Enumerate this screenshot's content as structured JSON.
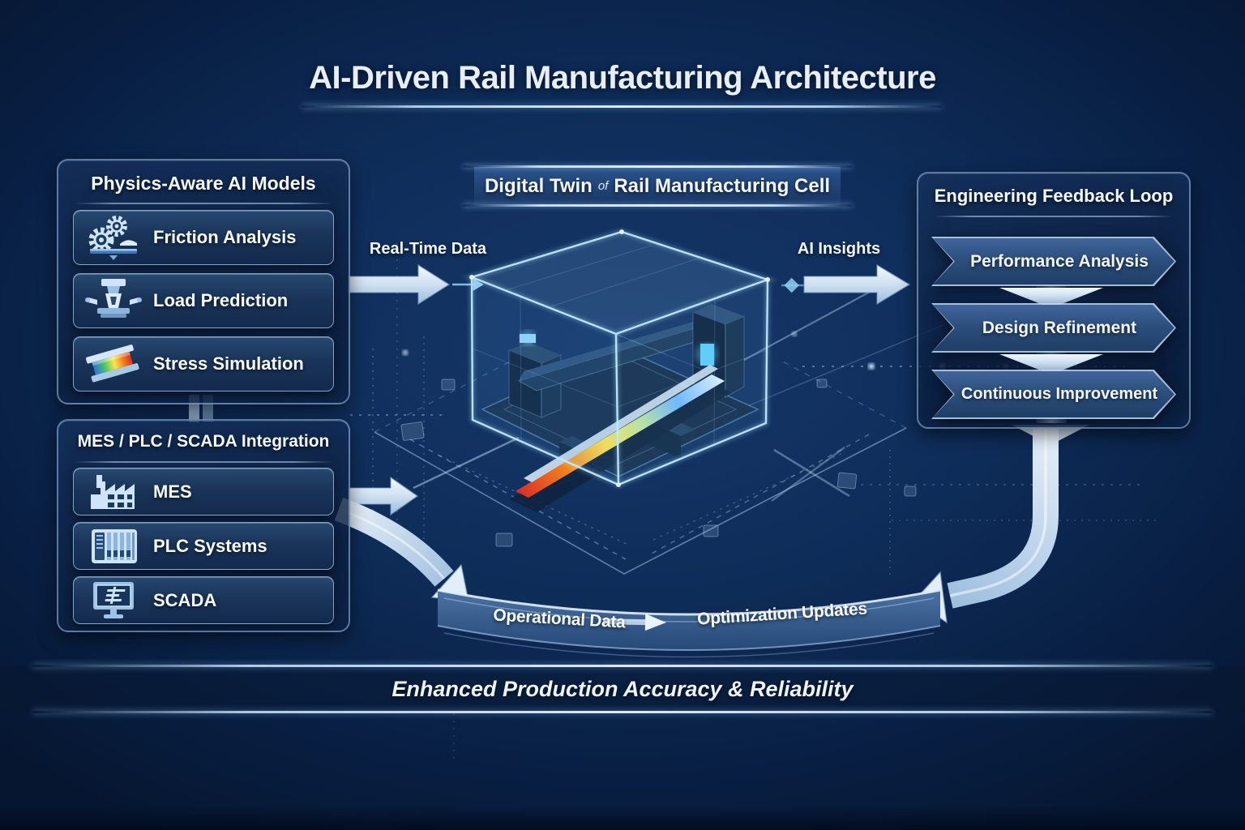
{
  "title": "AI-Driven Rail Manufacturing Architecture",
  "left_top_panel": {
    "title": "Physics-Aware AI Models",
    "items": [
      {
        "icon": "gears-friction-icon",
        "label": "Friction Analysis"
      },
      {
        "icon": "press-machine-icon",
        "label": "Load Prediction"
      },
      {
        "icon": "stress-beam-icon",
        "label": "Stress Simulation"
      }
    ]
  },
  "left_bottom_panel": {
    "title": "MES / PLC / SCADA Integration",
    "items": [
      {
        "icon": "factory-icon",
        "label": "MES"
      },
      {
        "icon": "plc-rack-icon",
        "label": "PLC Systems"
      },
      {
        "icon": "scada-monitor-icon",
        "label": "SCADA"
      }
    ]
  },
  "center_banner": {
    "main": "Digital Twin",
    "connector": "of",
    "rest": "Rail Manufacturing Cell"
  },
  "right_panel": {
    "title": "Engineering Feedback Loop",
    "steps": [
      {
        "label": "Performance Analysis"
      },
      {
        "label": "Design Refinement"
      },
      {
        "label": "Continuous Improvement"
      }
    ]
  },
  "flows": {
    "real_time_data": "Real-Time Data",
    "ai_insights": "AI Insights",
    "operational_data": "Operational Data",
    "optimization_updates": "Optimization Updates"
  },
  "footer": {
    "tagline": "Enhanced Production Accuracy & Reliability"
  },
  "colors": {
    "background_deep": "#081e41",
    "background_mid": "#16386a",
    "panel_border": "#9ec6ee",
    "accent_glow": "#aee4ff",
    "arrow_light": "#e8f1fa",
    "text_primary": "#f2f6fb",
    "stress_heat_scale": [
      "#e8453a",
      "#f2a91f",
      "#ffe34d",
      "#bfe3a0",
      "#6fb7ff"
    ]
  }
}
